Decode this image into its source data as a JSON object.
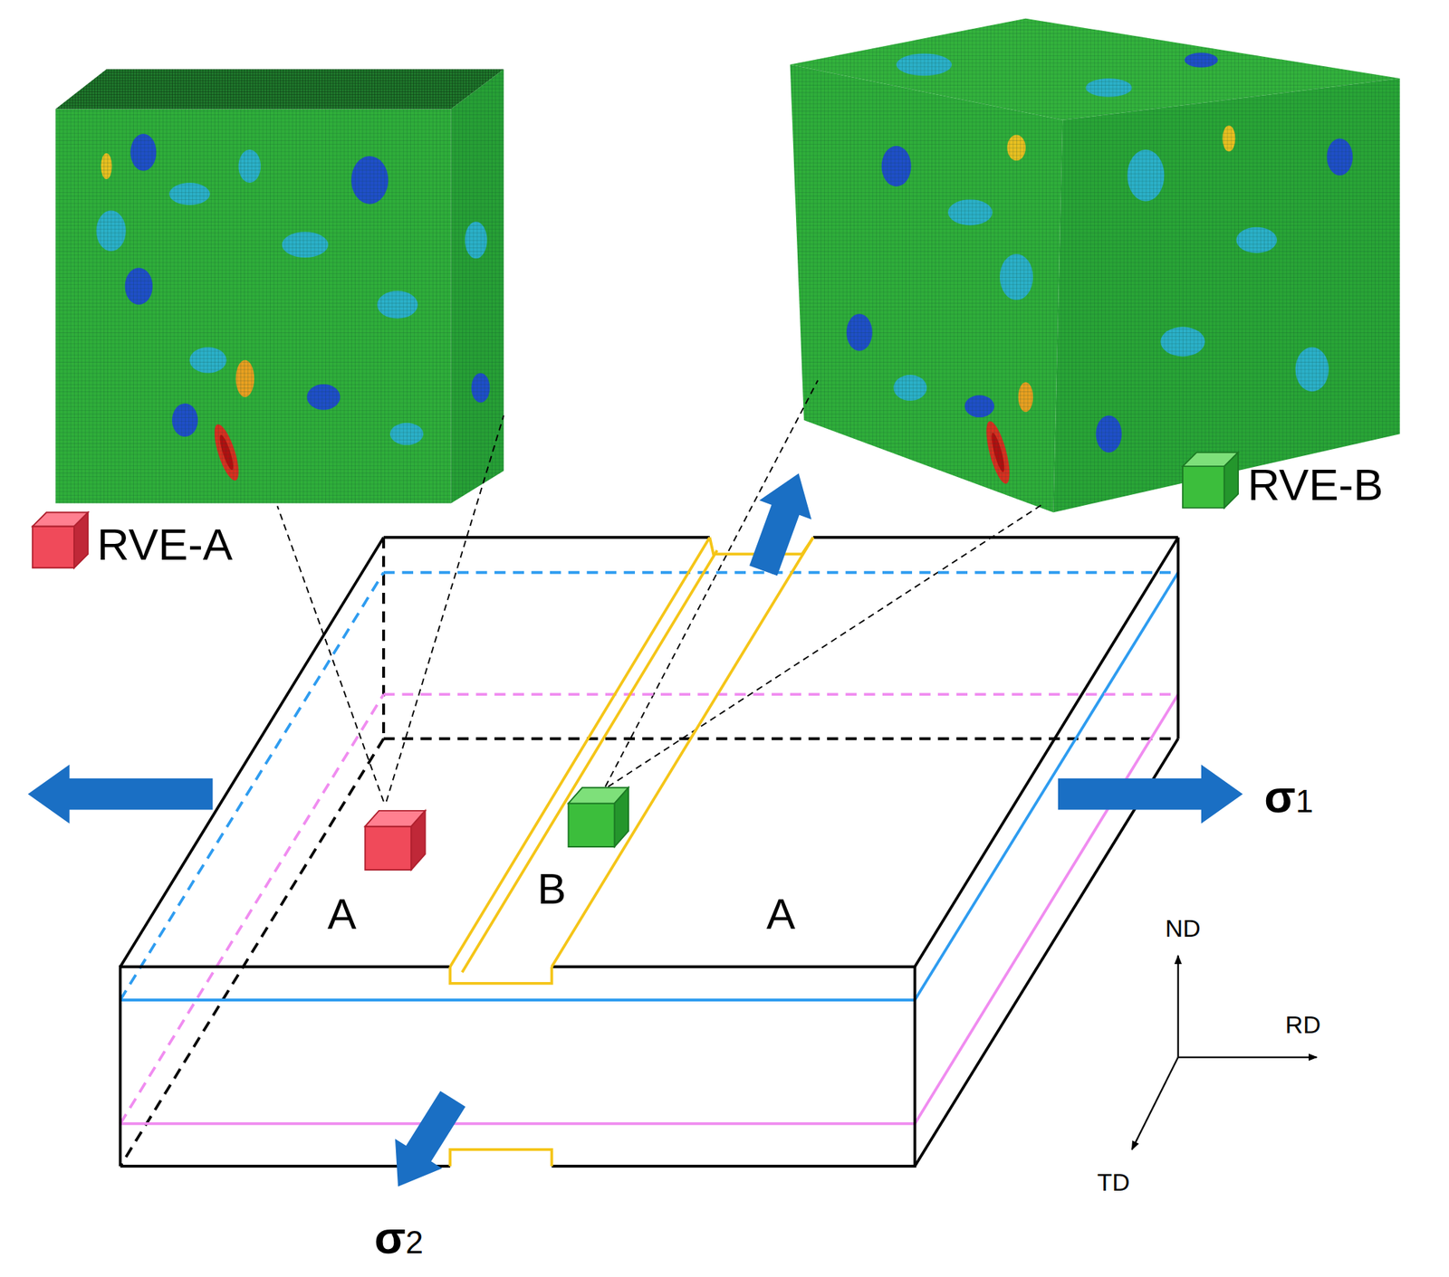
{
  "diagram": {
    "labels": [
      "RVE-A",
      "RVE-B",
      "A",
      "B",
      "A",
      "σ1",
      "σ2",
      "ND",
      "RD",
      "TD"
    ]
  }
}
